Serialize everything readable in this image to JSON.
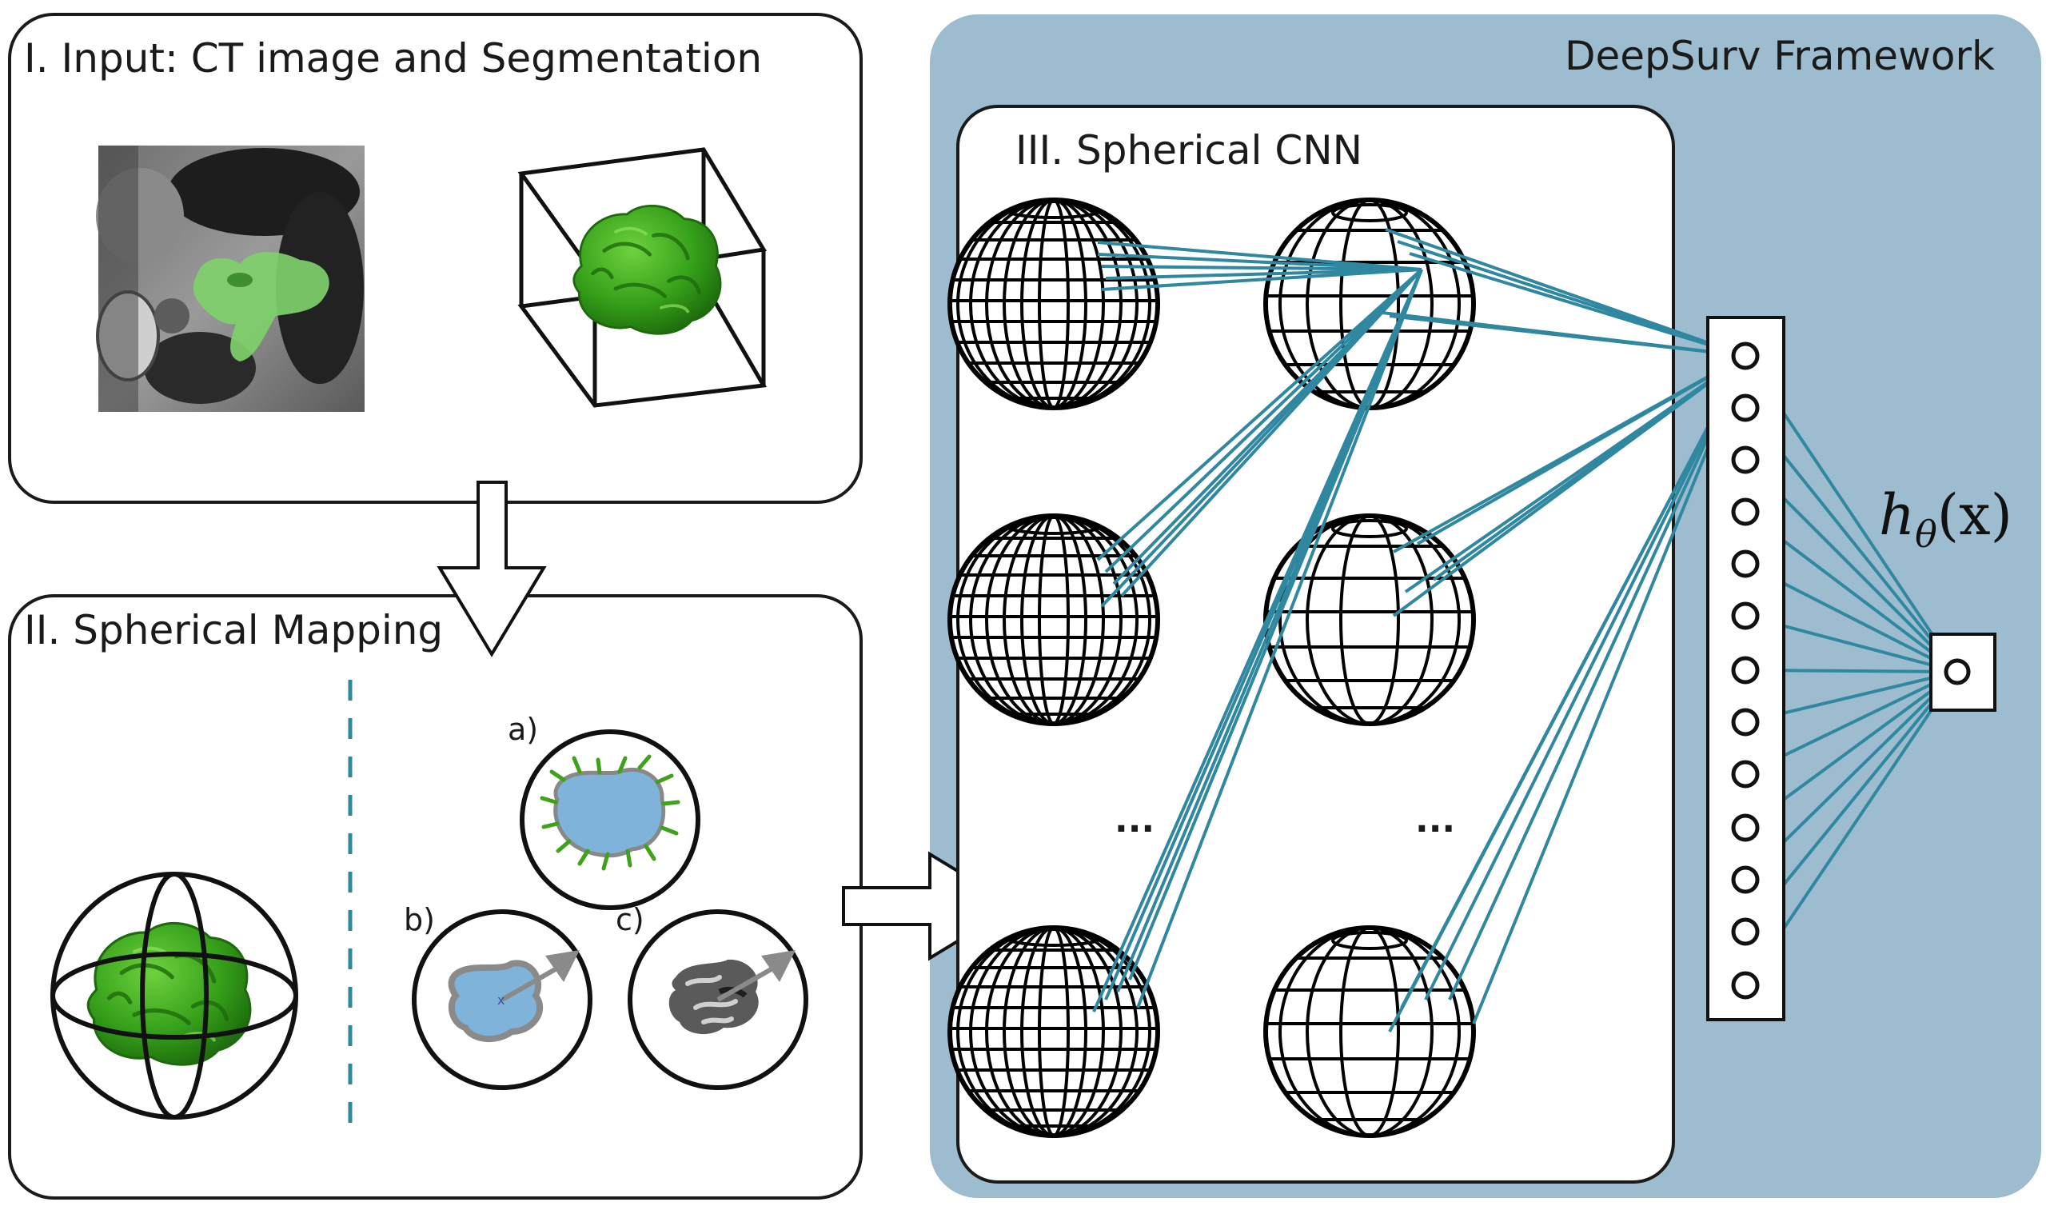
{
  "panels": {
    "input": {
      "title": "I. Input: CT image and Segmentation"
    },
    "mapping": {
      "title": "II. Spherical Mapping",
      "labels": [
        "a)",
        "b)",
        "c)"
      ]
    },
    "framework": {
      "title": "DeepSurv Framework"
    },
    "cnn": {
      "title": "III. Spherical CNN",
      "ellipsis": "..."
    }
  },
  "output": {
    "function_main": "h",
    "function_sub": "θ",
    "function_arg": "(x)"
  },
  "colors": {
    "framework_bg": "#9dbcd0",
    "connection_line": "#2f87a0",
    "tumor_green": "#3ea21a",
    "segmentation_green": "#7fd06a",
    "mapping_blue": "#7fb3d9",
    "dashed_divider": "#2f87a0"
  },
  "icons": [
    "ct-slice-image",
    "tumor-3d-icon",
    "wire-sphere-icon",
    "node-circle-icon",
    "arrow-down-icon",
    "arrow-right-icon"
  ]
}
